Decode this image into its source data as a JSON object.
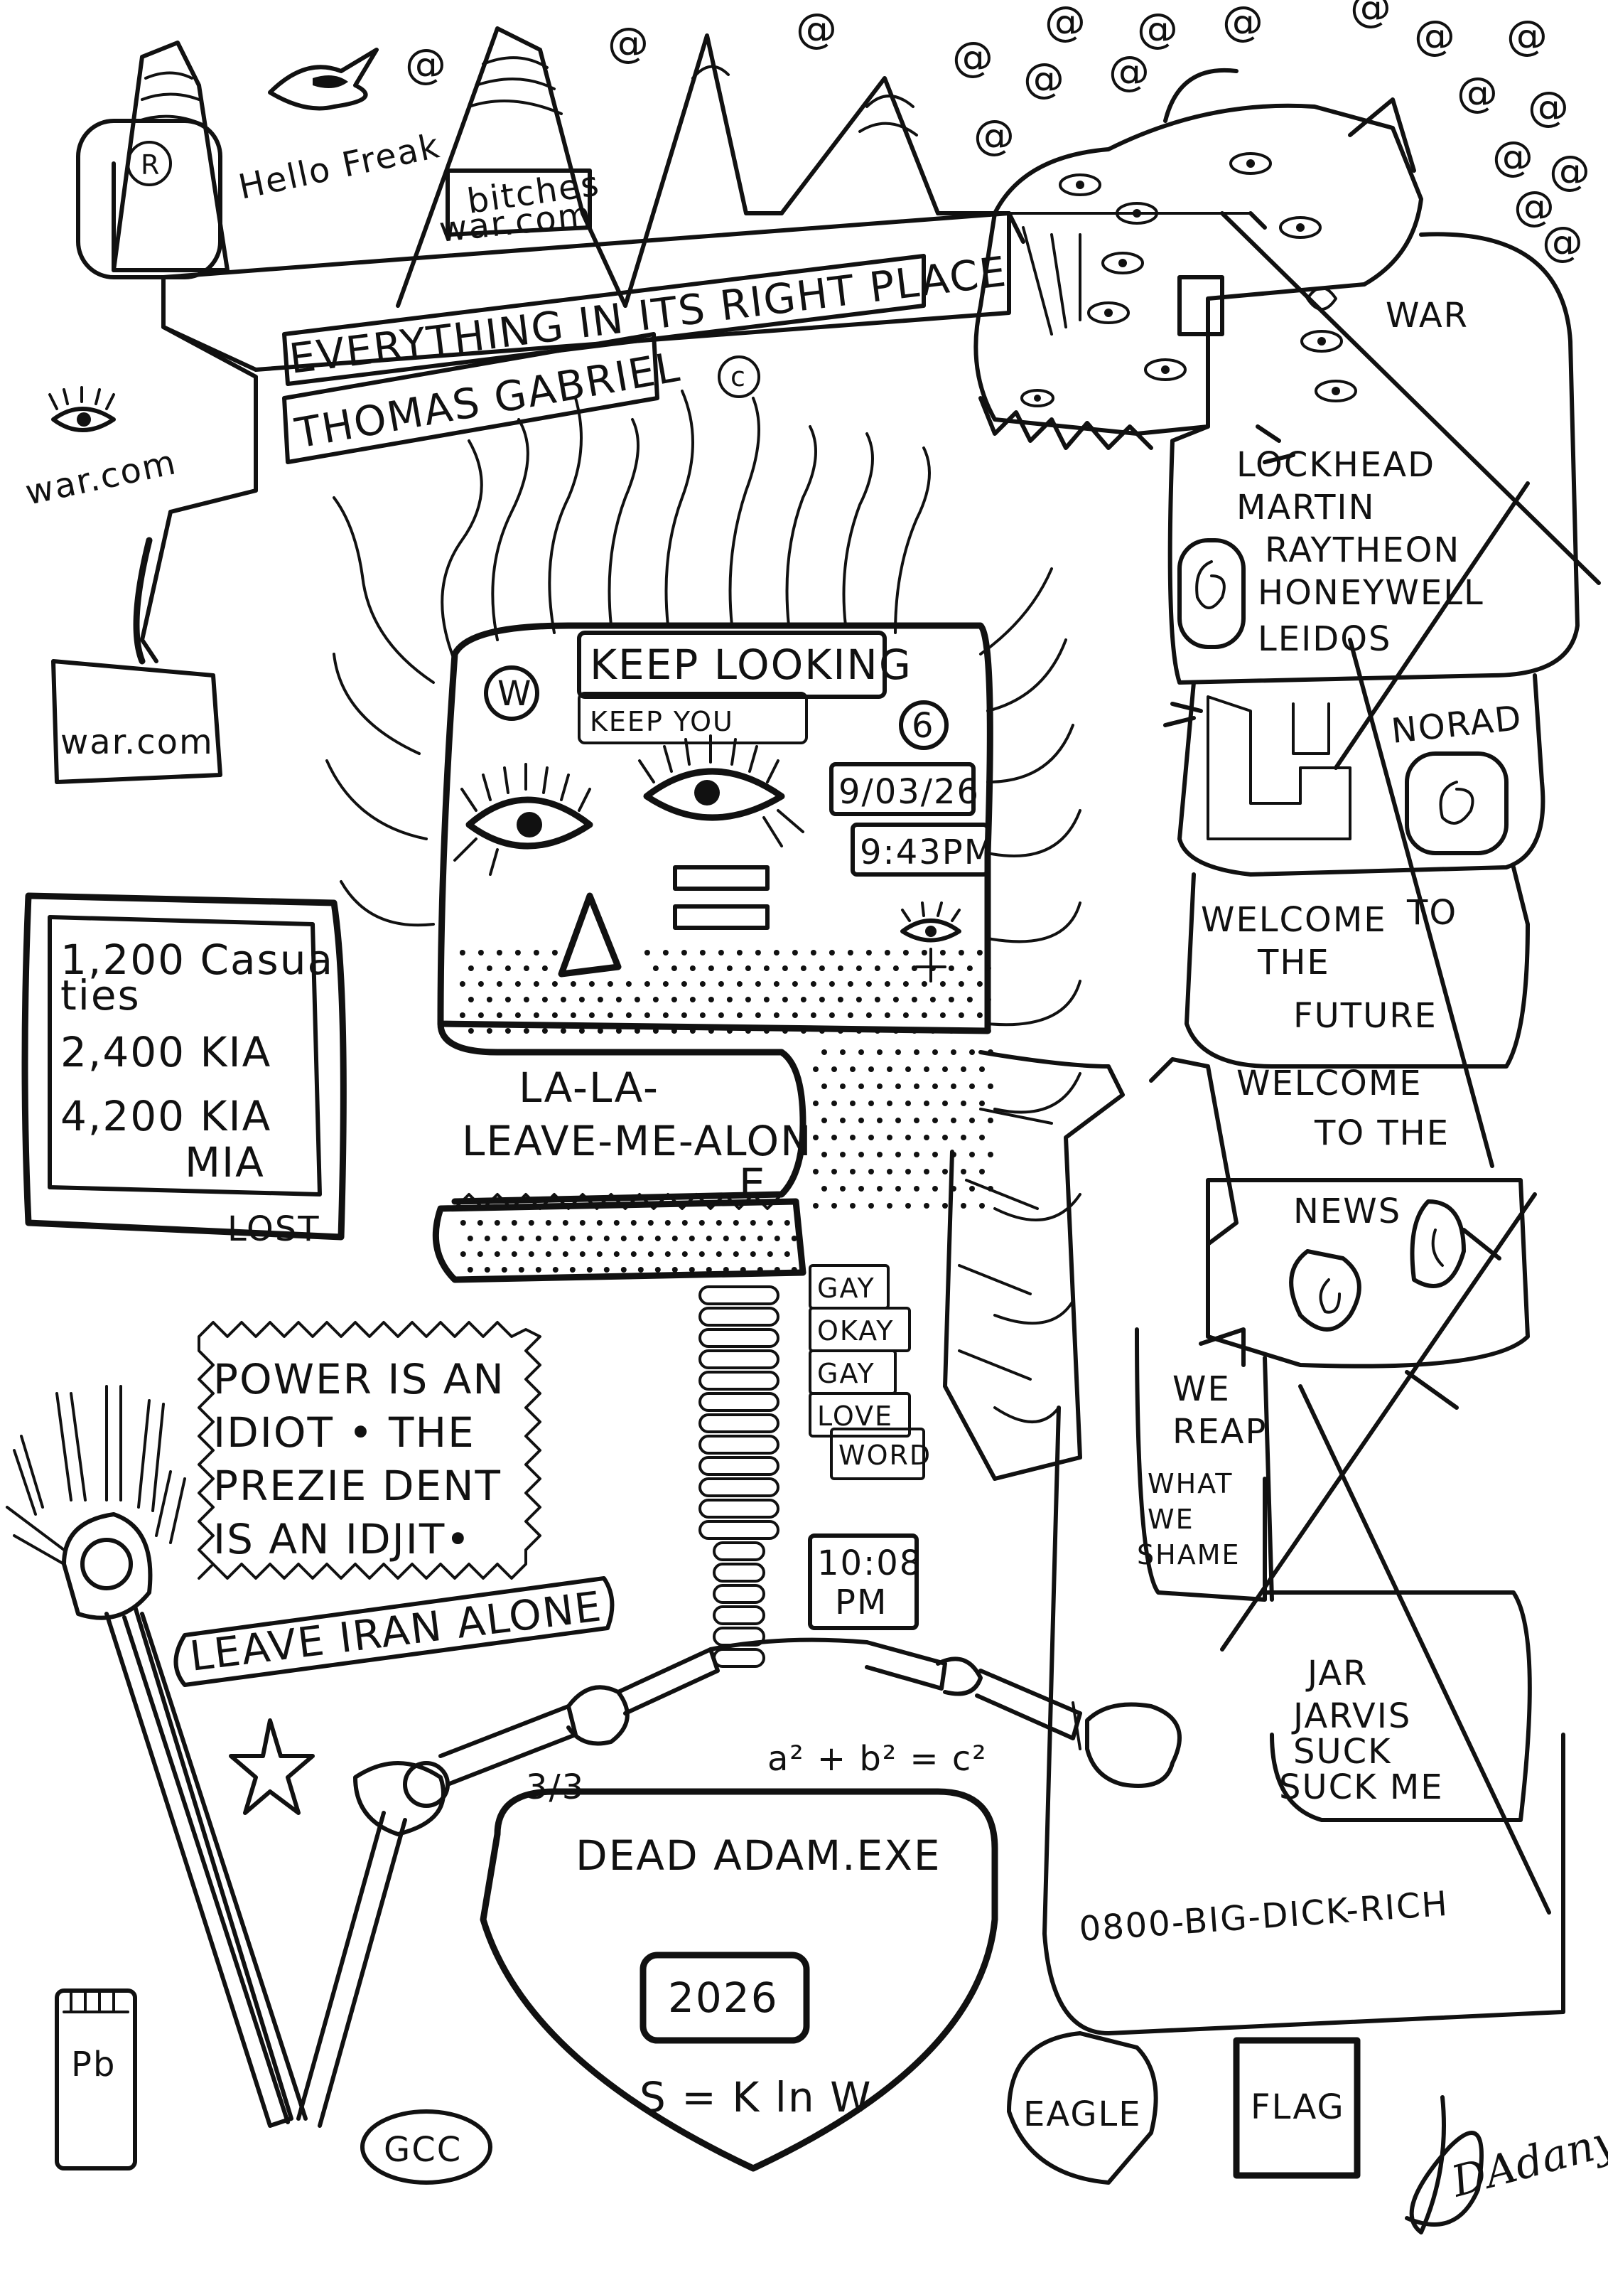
{
  "texts": {
    "hello": "Hello Freak",
    "bitches": "bitches",
    "war_com_top": "war.com",
    "everything": "EVERYTHING IN ITS RIGHT PLACE",
    "thomas": "THOMAS GABRIEL",
    "copyright": "c",
    "registered": "R",
    "war_com_left": "war.com",
    "war_com_box": "war.com",
    "war": "WAR",
    "contractors": [
      "LOCKHEAD",
      "MARTIN",
      "RAYTHEON",
      "HONEYWELL",
      "LEIDOS"
    ],
    "norad": "NORAD",
    "welcome_future": [
      "WELCOME",
      "TO",
      "THE",
      "FUTURE"
    ],
    "welcome_news": [
      "WELCOME",
      "TO THE"
    ],
    "news": "NEWS",
    "reap": [
      "WE",
      "REAP",
      "WHAT",
      "WE",
      "SHAME"
    ],
    "jar": [
      "JAR",
      "JARVIS",
      "SUCK",
      "SUCK ME"
    ],
    "phone": "0800-BIG-DICK-RICH",
    "eagle": "EAGLE",
    "flag": "FLAG",
    "signature": "DAdany",
    "keep_looking": "KEEP LOOKING",
    "keep_you": "KEEP YOU",
    "w_circle": "W",
    "six_circle": "6",
    "date": "9/03/26",
    "time1": "9:43PM",
    "casualties": [
      "1,200 Casual",
      "ties",
      "2,400  KIA",
      "4,200  KIA",
      "MIA"
    ],
    "lost": "LOST",
    "la_la": [
      "LA-LA-",
      "LEAVE-ME-ALON",
      "E"
    ],
    "word_stack": [
      "GAY",
      "OKAY",
      "GAY",
      "LOVE",
      "WORD"
    ],
    "time2": [
      "10:08",
      "PM"
    ],
    "power": [
      "POWER IS AN",
      "IDIOT • THE",
      "PREZIE DENT",
      "IS AN IDJIT•"
    ],
    "iran": "LEAVE IRAN ALONE",
    "three_three": "3/3",
    "pythagoras": "a² + b² = c²",
    "dead_adam": "DEAD ADAM.EXE",
    "year": "2026",
    "entropy": "S = K ln W",
    "pb": "Pb",
    "gcc": "GCC",
    "at_sign": "@"
  }
}
